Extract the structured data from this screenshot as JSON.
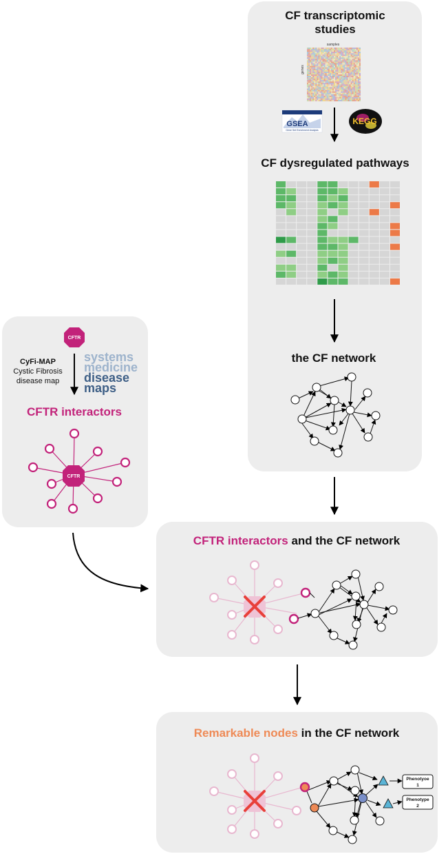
{
  "panels": {
    "studies": {
      "title_line1": "CF transcriptomic",
      "title_line2": "studies",
      "heatmap_top_label": "samples",
      "heatmap_side_label": "genes",
      "gsea_logo": "GSEA",
      "gsea_caption": "Gene Set Enrichment Analysis",
      "kegg_logo": "KEGG"
    },
    "pathways": {
      "title": "CF dysregulated pathways"
    },
    "network": {
      "title": "the CF network"
    },
    "interactors": {
      "cftr_label": "CFTR",
      "map_name": "CyFi-MAP",
      "map_desc_line1": "Cystic Fibrosis",
      "map_desc_line2": "disease map",
      "logo_line1": "systems",
      "logo_line2": "medicine",
      "logo_line3": "disease",
      "logo_line4": "maps",
      "title": "CFTR interactors",
      "hub_label": "CFTR"
    },
    "combined": {
      "title_highlight": "CFTR interactors",
      "title_rest": " and the CF network"
    },
    "remarkable": {
      "title_highlight": "Remarkable nodes",
      "title_rest": " in the CF network",
      "phenotype1_line1": "Phenotyoe",
      "phenotype1_line2": "1",
      "phenotype2_line1": "Phenotype",
      "phenotype2_line2": "2"
    }
  },
  "colors": {
    "panel_bg": "#ededed",
    "magenta": "#c2227a",
    "pink_faded": "#e8b7cf",
    "orange": "#ee8a56",
    "cross_red": "#e8403a",
    "logo_light": "#9db3cc",
    "logo_dark": "#3e5f86",
    "triangle_blue": "#5ab4d6",
    "node_blue": "#7a8fc9"
  },
  "icons": [
    "arrow-down-icon",
    "curved-arrow-icon",
    "cross-icon",
    "octagon-icon",
    "triangle-icon"
  ],
  "chart_data": {
    "type": "heatmap",
    "rows": 15,
    "cols": 12,
    "scale": [
      "neutral",
      "green-light",
      "green-medium",
      "green-dark",
      "orange"
    ],
    "cells": [
      [
        2,
        0,
        0,
        0,
        2,
        2,
        0,
        0,
        0,
        4,
        0,
        0
      ],
      [
        2,
        1,
        0,
        0,
        2,
        2,
        1,
        0,
        0,
        0,
        0,
        0
      ],
      [
        2,
        2,
        0,
        0,
        2,
        1,
        2,
        0,
        0,
        0,
        0,
        0
      ],
      [
        2,
        1,
        0,
        0,
        1,
        2,
        1,
        0,
        0,
        0,
        0,
        4
      ],
      [
        0,
        1,
        0,
        0,
        1,
        0,
        1,
        0,
        0,
        4,
        0,
        0
      ],
      [
        0,
        0,
        0,
        0,
        1,
        2,
        0,
        0,
        0,
        0,
        0,
        0
      ],
      [
        0,
        0,
        0,
        0,
        2,
        1,
        0,
        0,
        0,
        0,
        0,
        4
      ],
      [
        0,
        0,
        0,
        0,
        2,
        0,
        0,
        0,
        0,
        0,
        0,
        4
      ],
      [
        3,
        2,
        0,
        0,
        2,
        1,
        1,
        2,
        0,
        0,
        0,
        0
      ],
      [
        0,
        0,
        0,
        0,
        2,
        2,
        1,
        0,
        0,
        0,
        0,
        4
      ],
      [
        1,
        2,
        0,
        0,
        1,
        1,
        1,
        0,
        0,
        0,
        0,
        0
      ],
      [
        0,
        0,
        0,
        0,
        1,
        2,
        1,
        0,
        0,
        0,
        0,
        0
      ],
      [
        1,
        1,
        0,
        0,
        2,
        0,
        1,
        0,
        0,
        0,
        0,
        0
      ],
      [
        2,
        1,
        0,
        0,
        1,
        2,
        1,
        0,
        0,
        0,
        0,
        0
      ],
      [
        0,
        0,
        0,
        0,
        3,
        2,
        2,
        0,
        0,
        0,
        0,
        4
      ]
    ]
  }
}
